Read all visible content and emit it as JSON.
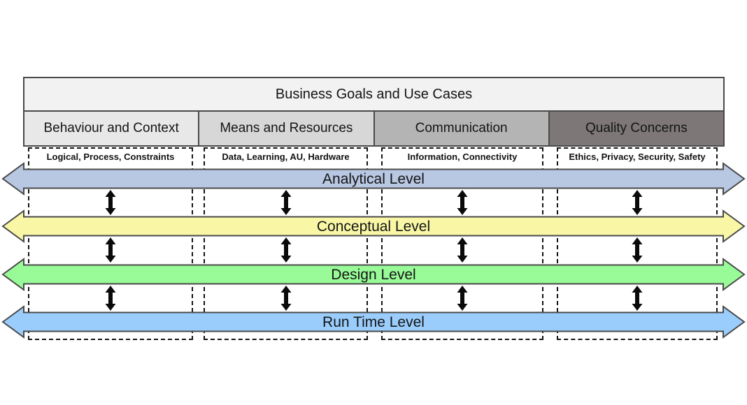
{
  "diagram": {
    "top_header": {
      "label": "Business Goals and Use Cases",
      "bg": "#f2f2f2"
    },
    "columns": [
      {
        "header": "Behaviour and Context",
        "sublabel": "Logical, Process, Constraints",
        "bg": "#e8e8e8"
      },
      {
        "header": "Means and Resources",
        "sublabel": "Data, Learning, AU, Hardware",
        "bg": "#d7d7d7"
      },
      {
        "header": "Communication",
        "sublabel": "Information, Connectivity",
        "bg": "#b4b4b4"
      },
      {
        "header": "Quality Concerns",
        "sublabel": "Ethics, Privacy, Security, Safety",
        "bg": "#7d7777"
      }
    ],
    "levels": [
      {
        "label": "Analytical Level",
        "fill": "#b8c7e2"
      },
      {
        "label": "Conceptual Level",
        "fill": "#f9f7a6"
      },
      {
        "label": "Design Level",
        "fill": "#98fb98"
      },
      {
        "label": "Run Time Level",
        "fill": "#9acdfc"
      }
    ],
    "connector_icon": "vertical-double-arrow",
    "colors": {
      "outline": "#4a4a4a",
      "dashed_line": "#141414",
      "arrow_glyph": "#0a0a0a",
      "text": "#141414",
      "background": "#ffffff"
    }
  }
}
